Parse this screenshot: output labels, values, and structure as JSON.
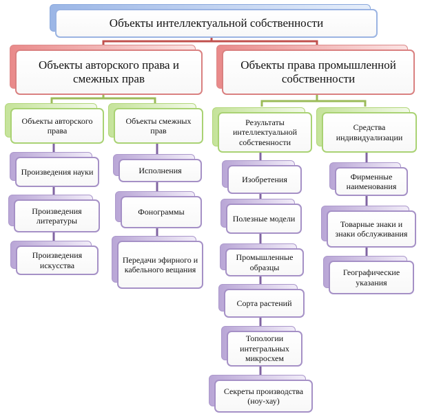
{
  "colors": {
    "root": "#9ab3e2",
    "level1": "#d98080",
    "level2": "#a9d273",
    "level3": "#a590c6"
  },
  "root": "Объекты интеллектуальной собственности",
  "copyright": {
    "title": "Объекты авторского права и смежных прав",
    "author": {
      "title": "Объекты авторского права",
      "items": [
        "Произведения науки",
        "Произведения литературы",
        "Произведения искусства"
      ]
    },
    "related": {
      "title": "Объекты смежных прав",
      "items": [
        "Исполнения",
        "Фонограммы",
        "Передачи эфирного и кабельного вещания"
      ]
    }
  },
  "industrial": {
    "title": "Объекты права промышленной собственности",
    "results": {
      "title": "Результаты интеллектуальной собственности",
      "items": [
        "Изобретения",
        "Полезные модели",
        "Промышленные образцы",
        "Сорта растений",
        "Топологии интегральных микросхем",
        "Секреты производства (ноу-хау)"
      ]
    },
    "means": {
      "title": "Средства индивидуализации",
      "items": [
        "Фирменные наименования",
        "Товарные знаки и знаки обслуживания",
        "Географические указания"
      ]
    }
  }
}
